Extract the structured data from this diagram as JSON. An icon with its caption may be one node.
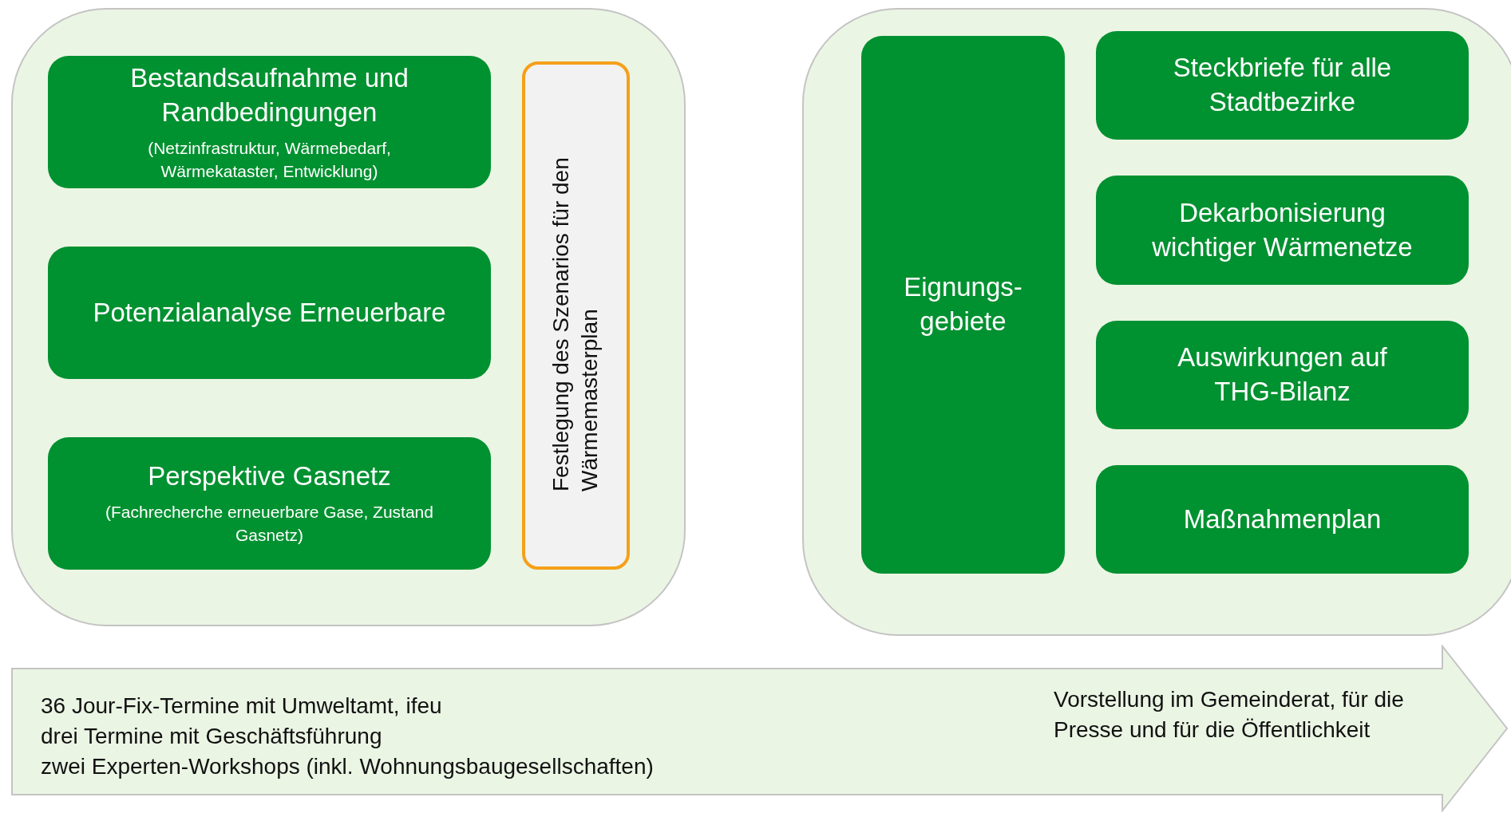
{
  "diagram": {
    "nodes": [
      {
        "text": [],
        "shape": "box"
      },
      {
        "text": [
          "Bestandsaufnahme und Randbedingungen",
          "(Netzinfrastruktur, Wärmebedarf, Wärmekataster, Entwicklung)"
        ],
        "in": 0
      },
      {
        "text": [
          "Potenzialanalyse Erneuerbare"
        ],
        "in": 0
      },
      {
        "text": [
          "Perspektive Gasnetz",
          "(Fachrecherche erneuerbare Gase, Zustand Gasnetz)"
        ],
        "in": 0
      },
      {
        "text": [
          "Festlegung des Szenarios für den Wärmemasterplan"
        ],
        "in": 0
      },
      {
        "text": [],
        "shape": "box"
      },
      {
        "text": [
          "Eignungs-gebiete"
        ],
        "in": 5
      },
      {
        "text": [
          "Steckbriefe für alle Stadtbezirke"
        ],
        "in": 5
      },
      {
        "text": [
          "Dekarbonisierung wichtiger Wärmenetze"
        ],
        "in": 5
      },
      {
        "text": [
          "Auswirkungen auf THG-Bilanz"
        ],
        "in": 5
      },
      {
        "text": [
          "Maßnahmenplan"
        ],
        "in": 5
      },
      {
        "text": [
          "36 Jour-Fix-Termine mit Umweltamt, ifeu",
          "drei Termine mit Geschäftsführung",
          "zwei Experten-Workshops (inkl. Wohnungsbaugesellschaften)",
          "Vorstellung im Gemeinderat, für die Presse und für die Öffentlichkeit"
        ]
      }
    ]
  }
}
